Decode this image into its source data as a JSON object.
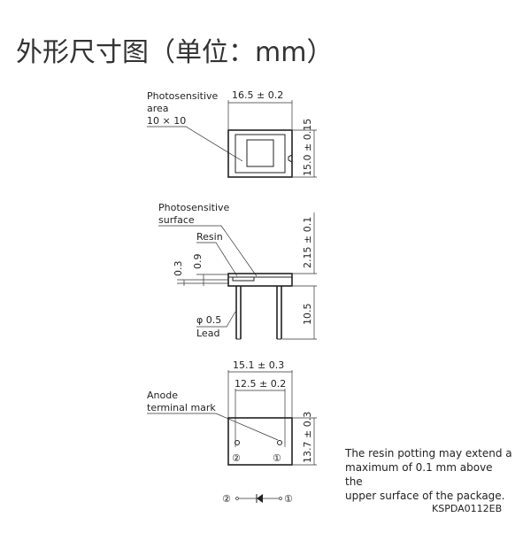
{
  "title": "外形尺寸图（单位：mm）",
  "top_view": {
    "label_line1": "Photosensitive",
    "label_line2": "area",
    "label_line3": "10 × 10",
    "width_dim": "16.5 ± 0.2",
    "height_dim": "15.0 ± 0.15"
  },
  "side_view": {
    "surface_line1": "Photosensitive",
    "surface_line2": "surface",
    "resin_label": "Resin",
    "dim_03": "0.3",
    "dim_09": "0.9",
    "thickness_dim": "2.15 ± 0.1",
    "lead_dia": "φ 0.5",
    "lead_label": "Lead",
    "lead_length": "10.5"
  },
  "bottom_view": {
    "outer_dim": "15.1 ± 0.3",
    "inner_dim": "12.5 ± 0.2",
    "anode_line1": "Anode",
    "anode_line2": "terminal mark",
    "height_dim": "13.7 ± 0.3",
    "pin2": "②",
    "pin1": "①"
  },
  "symbol": {
    "pin2": "②",
    "pin1": "①"
  },
  "note": {
    "line1": "The resin potting may extend a",
    "line2": "maximum of 0.1 mm above the",
    "line3": "upper surface of the package."
  },
  "drawing_code": "KSPDA0112EB"
}
